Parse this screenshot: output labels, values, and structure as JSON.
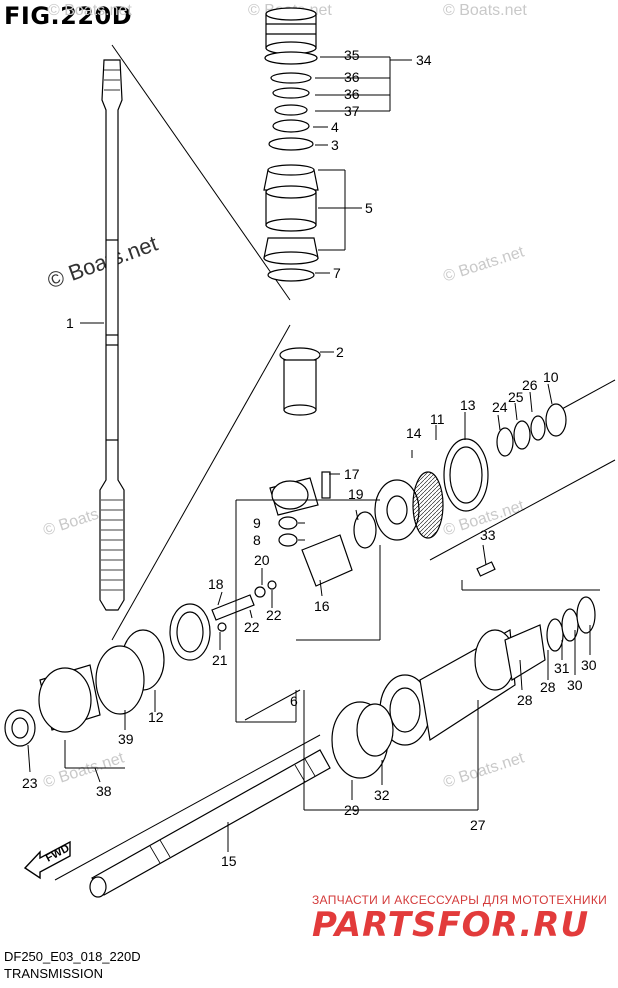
{
  "figure": {
    "title": "FIG.220D",
    "code": "DF250_E03_018_220D",
    "name": "TRANSMISSION",
    "fwd_label": "FWD"
  },
  "watermarks": [
    "© Boats.net",
    "© Boats.net",
    "© Boats.net",
    "© Boats.net",
    "© Boats.net",
    "© Boats.net",
    "© Boats.net",
    "© Boats.net"
  ],
  "watermark_main": "© Boats.net",
  "promo": {
    "text": "ЗАПЧАСТИ И АКСЕССУАРЫ ДЛЯ МОТОТЕХНИКИ",
    "brand": "PARTSFOR.RU",
    "brand_color": "#e23b3b"
  },
  "callouts": {
    "c1": "1",
    "c2": "2",
    "c3": "3",
    "c4": "4",
    "c5": "5",
    "c6": "6",
    "c7": "7",
    "c8": "8",
    "c9": "9",
    "c10": "10",
    "c11": "11",
    "c12": "12",
    "c13": "13",
    "c14": "14",
    "c15": "15",
    "c16": "16",
    "c17": "17",
    "c18": "18",
    "c19": "19",
    "c20": "20",
    "c21": "21",
    "c22a": "22",
    "c22b": "22",
    "c23": "23",
    "c24": "24",
    "c25": "25",
    "c26": "26",
    "c27": "27",
    "c28a": "28",
    "c28b": "28",
    "c29": "29",
    "c30a": "30",
    "c30b": "30",
    "c31": "31",
    "c32": "32",
    "c33": "33",
    "c34": "34",
    "c35": "35",
    "c36a": "36",
    "c36b": "36",
    "c37": "37",
    "c38": "38",
    "c39": "39"
  }
}
